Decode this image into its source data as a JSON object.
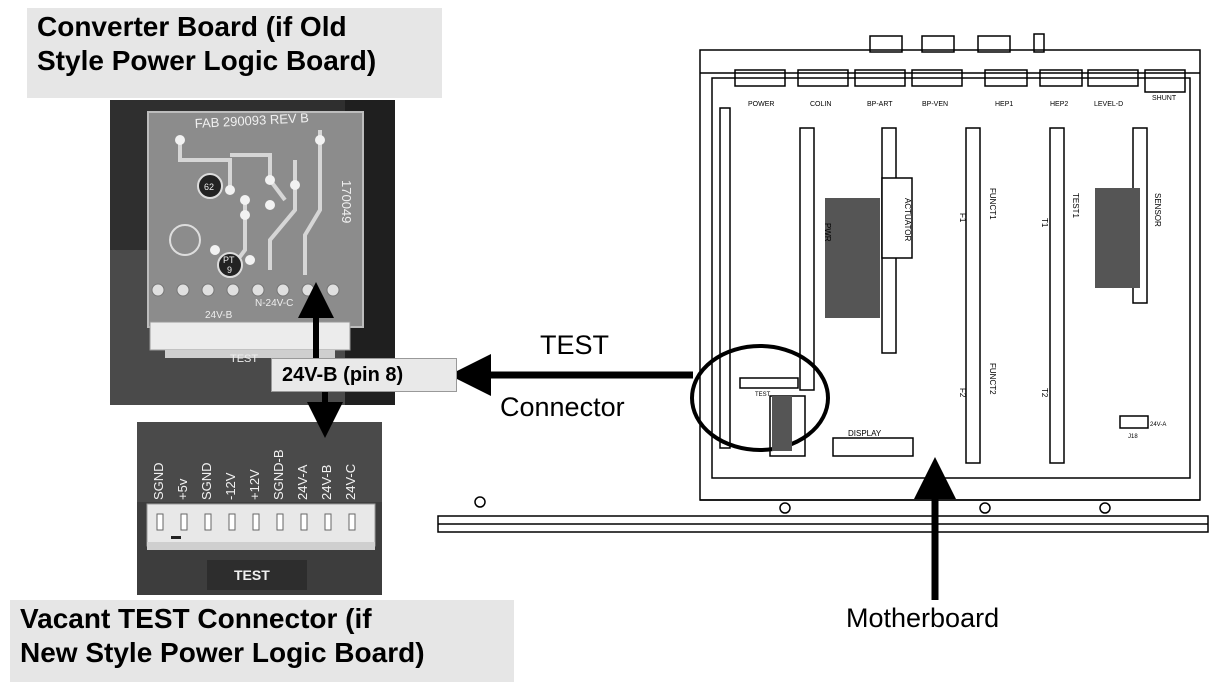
{
  "top_left_label": {
    "line1": "Converter Board (if Old",
    "line2": "Style Power Logic Board)"
  },
  "bottom_left_label": {
    "line1": "Vacant TEST Connector (if",
    "line2": "New Style Power Logic Board)"
  },
  "pin_label": {
    "prefix": "24V-",
    "bold": "B",
    "suffix": " (pin 8)"
  },
  "test_connector_label": {
    "line1": "TEST",
    "line2": "Connector"
  },
  "motherboard_label": "Motherboard",
  "converter_photo": {
    "fab_text": "FAB 290093 REV B",
    "side_text": "170049",
    "badge_text_1": "62",
    "badge_text_2": "PT",
    "badge_text_3": "9",
    "pin_text_1": "24V-B",
    "pin_text_2": "N-24V-C",
    "connector_text": "TEST"
  },
  "vacant_photo": {
    "pins": [
      "SGND",
      "+5v",
      "SGND",
      "-12V",
      "+12V",
      "SGND-B",
      "24V-A",
      "24V-B",
      "24V-C"
    ],
    "test_text": "TEST"
  },
  "motherboard_drawing": {
    "top_connectors": [
      "POWER",
      "COLIN",
      "BP-ART",
      "BP-VEN",
      "HEP1",
      "HEP2",
      "LEVEL-D",
      "SHUNT"
    ],
    "slots": [
      "PWR",
      "ACTUATOR",
      "F1",
      "FUNCT1",
      "T1",
      "TEST1",
      "SENSOR",
      "F2",
      "FUNCT2",
      "T2"
    ],
    "display_text": "DISPLAY",
    "test_text": "TEST",
    "jumper_text": "24V-A",
    "jumper_sub_text": "J18"
  }
}
